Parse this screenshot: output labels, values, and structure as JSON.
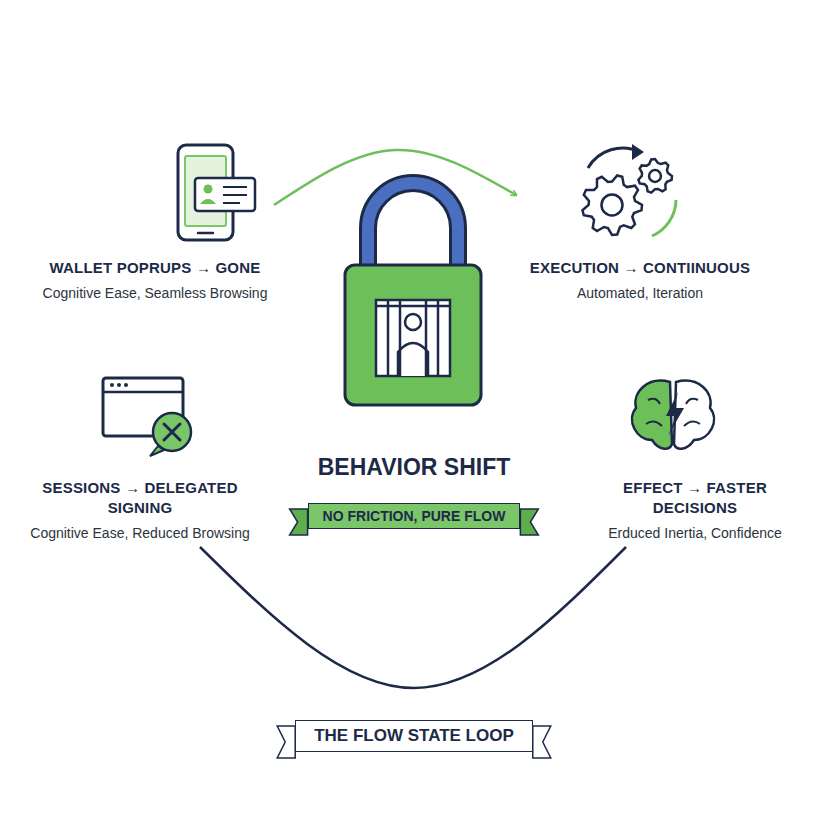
{
  "diagram": {
    "title": "BEHAVIOR SHIFT",
    "caption": "THE FLOW STATE LOOP",
    "nodes": [
      {
        "text": [
          "WALLET POPRUPS → GONE",
          "Cognitive Ease, Seamless Browsing"
        ]
      },
      {
        "text": [
          "EXECUTION → CONTIINUOUS",
          "Automated, Iteration"
        ]
      },
      {
        "text": [
          "SESSIONS → DELEGATED SIGNING",
          "Cognitive Ease, Reduced Browsing"
        ]
      },
      {
        "text": [
          "EFFECT → FASTER DECISIONS",
          "Erduced Inertia, Confidence"
        ]
      },
      {
        "text": [
          "NO FRICTION, PURE FLOW"
        ]
      }
    ],
    "edges": [
      {
        "from": 0,
        "to": 1,
        "arrow": "to"
      },
      {
        "from": 2,
        "to": 3,
        "arrow": "none"
      }
    ]
  }
}
